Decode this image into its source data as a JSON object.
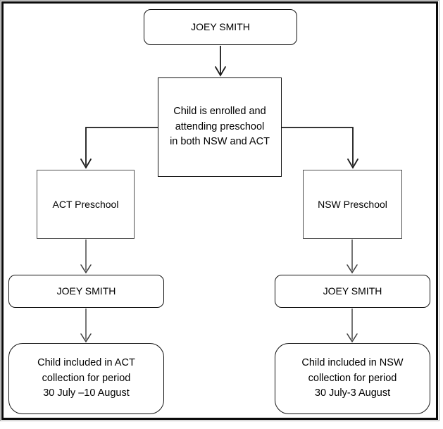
{
  "colors": {
    "line_color": "#1a1a1a",
    "line_gray": "#3a3a3a",
    "box_border": "#111111",
    "square_border": "#4f4f4f",
    "bg": "#ffffff",
    "text": "#000000"
  },
  "diagram": {
    "type": "flowchart",
    "nodes": {
      "root": {
        "label": "JOEY SMITH",
        "shape": "rounded-rectangle"
      },
      "condition": {
        "lines": [
          "Child is enrolled and",
          "attending preschool",
          "in both NSW and ACT"
        ],
        "shape": "rectangle"
      },
      "act_preschool": {
        "label": "ACT Preschool",
        "shape": "rectangle"
      },
      "nsw_preschool": {
        "label": "NSW Preschool",
        "shape": "rectangle"
      },
      "act_child": {
        "label": "JOEY SMITH",
        "shape": "rounded-rectangle"
      },
      "nsw_child": {
        "label": "JOEY SMITH",
        "shape": "rounded-rectangle"
      },
      "act_outcome": {
        "lines": [
          "Child included in ACT",
          "collection for period",
          "30 July –10 August"
        ],
        "shape": "rounded-rectangle"
      },
      "nsw_outcome": {
        "lines": [
          "Child included in NSW",
          "collection for period",
          "30 July-3 August"
        ],
        "shape": "rounded-rectangle"
      }
    },
    "edges": [
      {
        "from": "root",
        "to": "condition"
      },
      {
        "from": "condition",
        "to": "act_preschool"
      },
      {
        "from": "condition",
        "to": "nsw_preschool"
      },
      {
        "from": "act_preschool",
        "to": "act_child"
      },
      {
        "from": "nsw_preschool",
        "to": "nsw_child"
      },
      {
        "from": "act_child",
        "to": "act_outcome"
      },
      {
        "from": "nsw_child",
        "to": "nsw_outcome"
      }
    ]
  }
}
